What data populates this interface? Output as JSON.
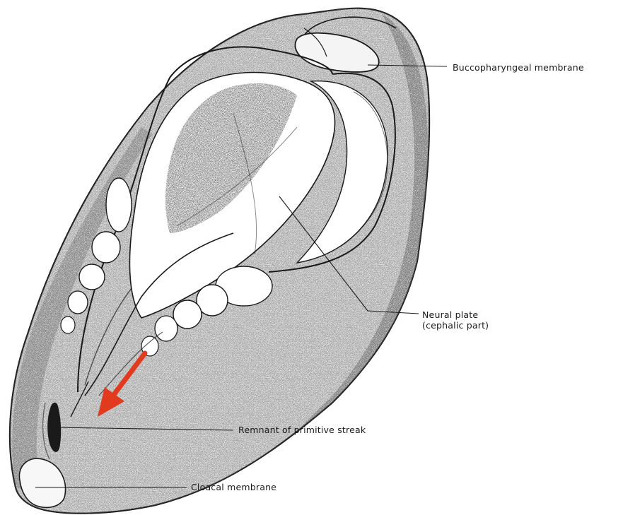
{
  "labels": {
    "buccopharyngeal_membrane": "Buccopharyngeal membrane",
    "neural_plate_line1": "Neural plate",
    "neural_plate_line2": "(cephalic part)",
    "remnant_primitive_streak": "Remnant of primitive streak",
    "cloacal_membrane": "Cloacal membrane"
  },
  "colors": {
    "outline": "#1a1a1a",
    "stipple": "#2a2a2a",
    "background": "#ffffff",
    "arrow": "#e23a1e"
  }
}
